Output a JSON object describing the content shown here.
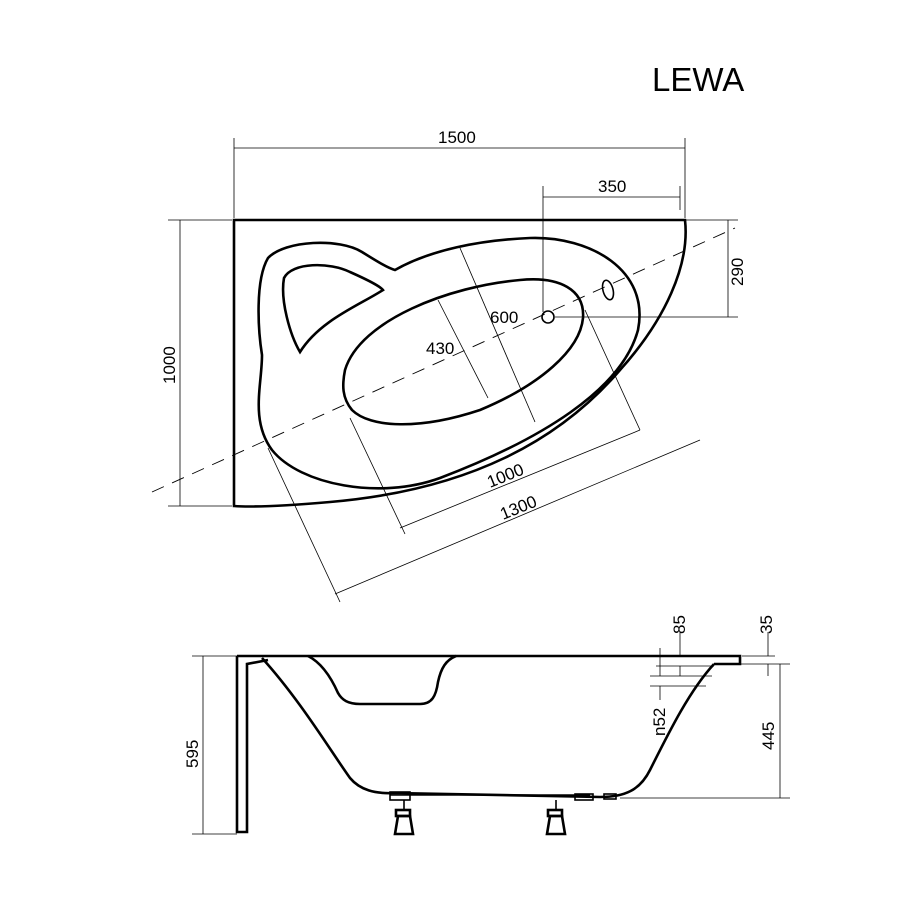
{
  "title": "LEWA",
  "top_view": {
    "overall_length": "1500",
    "overall_width": "1000",
    "drain_offset_x": "350",
    "drain_offset_y": "290",
    "inner_width_major": "600",
    "inner_width_minor": "430",
    "inner_length": "1000",
    "outer_length": "1300"
  },
  "side_view": {
    "total_height": "595",
    "inner_depth": "445",
    "overflow_offset": "85",
    "rim_thickness": "35",
    "overflow_diameter": "n52"
  },
  "colors": {
    "line": "#000000",
    "background": "#ffffff"
  }
}
